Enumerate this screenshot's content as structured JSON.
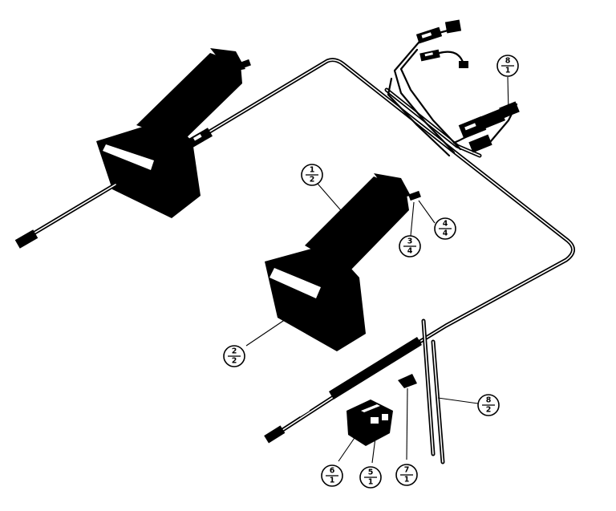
{
  "callouts": [
    {
      "id": "c-1-2",
      "top": "1",
      "bottom": "2"
    },
    {
      "id": "c-2-2",
      "top": "2",
      "bottom": "2"
    },
    {
      "id": "c-3-4",
      "top": "3",
      "bottom": "4"
    },
    {
      "id": "c-4-4",
      "top": "4",
      "bottom": "4"
    },
    {
      "id": "c-8-1",
      "top": "8",
      "bottom": "1"
    },
    {
      "id": "c-8-2",
      "top": "8",
      "bottom": "2"
    },
    {
      "id": "c-6-1",
      "top": "6",
      "bottom": "1"
    },
    {
      "id": "c-5-1",
      "top": "5",
      "bottom": "1"
    },
    {
      "id": "c-7-1",
      "top": "7",
      "bottom": "1"
    }
  ],
  "colors": {
    "ink": "#000000",
    "paper": "#ffffff"
  }
}
